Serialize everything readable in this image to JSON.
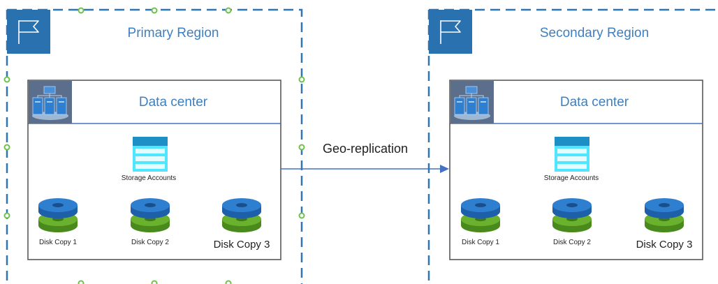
{
  "regions": [
    {
      "title": "Primary Region",
      "datacenter": {
        "title": "Data center",
        "storage_label": "Storage Accounts",
        "disks": [
          "Disk Copy 1",
          "Disk Copy 2",
          "Disk Copy 3"
        ]
      }
    },
    {
      "title": "Secondary Region",
      "datacenter": {
        "title": "Data center",
        "storage_label": "Storage Accounts",
        "disks": [
          "Disk Copy 1",
          "Disk Copy 2",
          "Disk Copy 3"
        ]
      }
    }
  ],
  "connector": {
    "label": "Geo-replication"
  },
  "colors": {
    "region_border": "#2e75b6",
    "flag_tile": "#2a71b0",
    "datacenter_tile": "#5b6e8c",
    "accent_text": "#3f7fc0",
    "arrow": "#4472c4",
    "storage_top": "#1e8fc4",
    "storage_body": "#50e6ff",
    "disk_blue": "#2f7fd0",
    "disk_green": "#6ab12e",
    "handle_green": "#6cc24a"
  }
}
